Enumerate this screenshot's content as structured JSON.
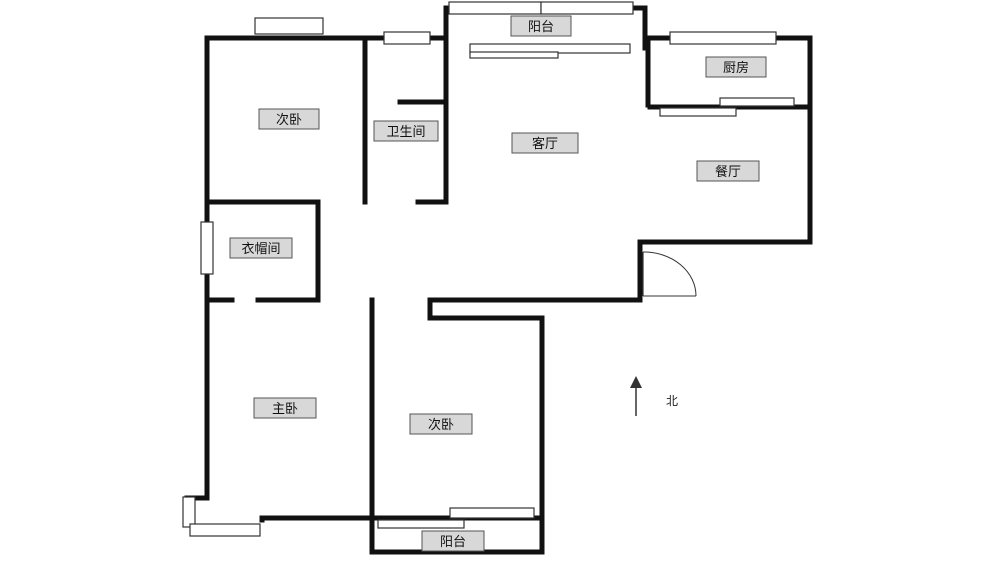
{
  "plan": {
    "rooms": {
      "balcony_north": "阳台",
      "kitchen": "厨房",
      "bedroom_nw": "次卧",
      "bathroom": "卫生间",
      "living_room": "客厅",
      "dining_room": "餐厅",
      "cloakroom": "衣帽间",
      "master_bedroom": "主卧",
      "bedroom_south": "次卧",
      "balcony_south": "阳台"
    },
    "north": "北"
  },
  "colors": {
    "wall": "#111111",
    "label_fill": "#d8d8d8",
    "label_border": "#555555",
    "background": "#ffffff"
  }
}
